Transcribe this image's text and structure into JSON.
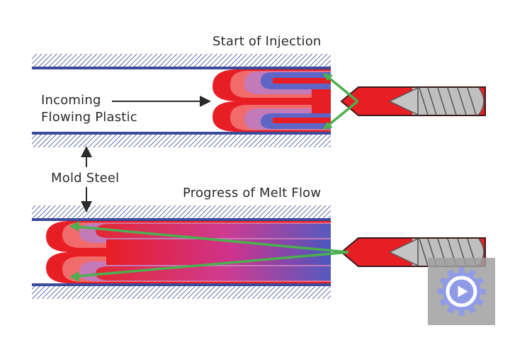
{
  "labels": {
    "start_of_injection": "Start of Injection",
    "incoming_line1": "Incoming",
    "incoming_line2": "Flowing Plastic",
    "mold_steel": "Mold Steel",
    "progress_of_melt_flow": "Progress of Melt Flow"
  },
  "colors": {
    "mold_steel": "#3d4a9a",
    "melt_front": "#e81e25",
    "melt_mid": "#f26b6b",
    "melt_cool": "#c27ab8",
    "melt_core": "#5d66c7",
    "flow_arrow": "#4caf50",
    "screw": "#b9b9b9",
    "badge_bg": "#a0a0a0",
    "badge_gear": "#8f9be6"
  },
  "icons": {
    "badge": "gear-play-icon"
  }
}
